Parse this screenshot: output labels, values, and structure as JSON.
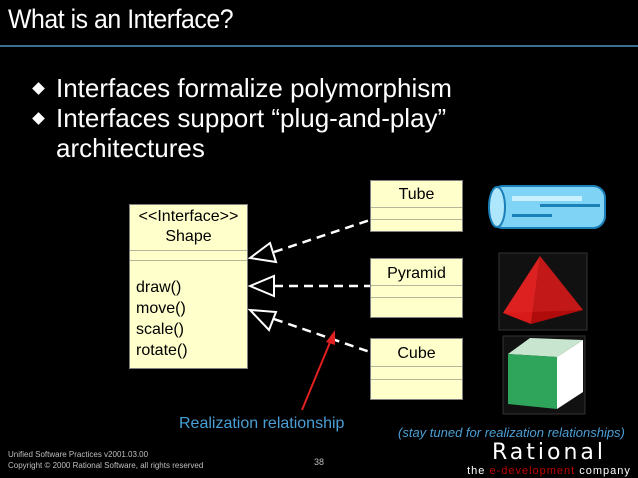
{
  "slide": {
    "title": "What is an Interface?",
    "bullets": [
      "Interfaces formalize polymorphism",
      "Interfaces support “plug-and-play” architectures"
    ]
  },
  "diagram": {
    "interface": {
      "stereotype": "<<Interface>>",
      "name": "Shape",
      "operations": [
        "draw()",
        "move()",
        "scale()",
        "rotate()"
      ]
    },
    "classes": [
      "Tube",
      "Pyramid",
      "Cube"
    ],
    "shapes": [
      "tube-image",
      "pyramid-image",
      "cube-image"
    ],
    "arrow_label": "Realization relationship",
    "note": "(stay tuned for realization relationships)",
    "colors": {
      "class_fill": "#ffffcc",
      "label_blue": "#4a9fd6",
      "arrow_red": "#e02020",
      "tube": "#7fd4f5",
      "pyramid": "#d81a1a",
      "cube_top": "#c8e6cf",
      "cube_left": "#2ea55a",
      "cube_right": "#ffffff"
    }
  },
  "footer": {
    "line1": "Unified Software Practices v2001.03.00",
    "line2": "Copyright © 2000 Rational Software, all rights reserved",
    "page": "38"
  },
  "logo": {
    "name": "Rational",
    "tagline_pre": "the ",
    "tagline_accent": "e-development",
    "tagline_post": " company"
  }
}
